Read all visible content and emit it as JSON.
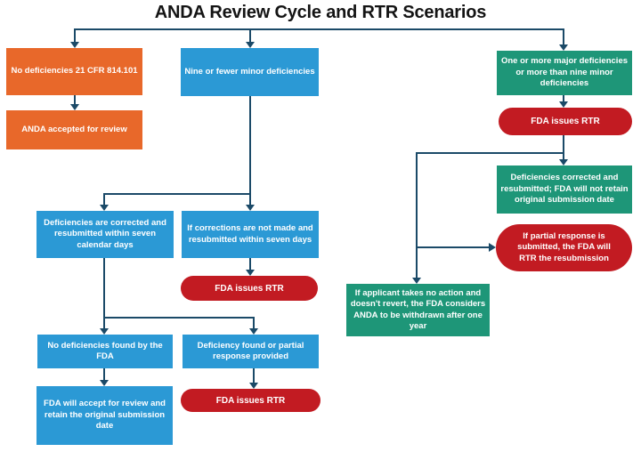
{
  "title": "ANDA Review Cycle and RTR Scenarios",
  "colors": {
    "orange": "#E8682A",
    "blue": "#2B99D5",
    "green": "#1E9678",
    "red": "#C21B22",
    "connector": "#1B4A68",
    "box_text": "#FFFFFF",
    "title_text": "#141414",
    "background": "#FFFFFF"
  },
  "nodes": {
    "no_deficiencies": {
      "label": "No deficiencies 21 CFR 814.101",
      "shape": "rectangle",
      "color": "orange"
    },
    "anda_accepted": {
      "label": "ANDA accepted for review",
      "shape": "rectangle",
      "color": "orange"
    },
    "nine_or_fewer": {
      "label": "Nine or fewer minor deficiencies",
      "shape": "rectangle",
      "color": "blue"
    },
    "one_or_more_major": {
      "label": "One or more major deficiencies or more than nine minor deficiencies",
      "shape": "rectangle",
      "color": "green"
    },
    "fda_issues_rtr_right": {
      "label": "FDA issues RTR",
      "shape": "stadium",
      "color": "red"
    },
    "deficiencies_corrected_resubmitted": {
      "label": "Deficiencies corrected and resubmitted; FDA will not retain original submission date",
      "shape": "rectangle",
      "color": "green"
    },
    "partial_response": {
      "label": "If partial response is submitted, the FDA will RTR the resubmission",
      "shape": "stadium",
      "color": "red"
    },
    "no_action_withdrawn": {
      "label": "If applicant takes no action and doesn't revert, the FDA considers ANDA to be withdrawn after one year",
      "shape": "rectangle",
      "color": "green"
    },
    "corrected_seven_days": {
      "label": "Deficiencies are corrected and resubmitted within seven calendar days",
      "shape": "rectangle",
      "color": "blue"
    },
    "not_corrected_seven_days": {
      "label": "If corrections are not made and resubmitted within seven days",
      "shape": "rectangle",
      "color": "blue"
    },
    "fda_issues_rtr_mid": {
      "label": "FDA issues RTR",
      "shape": "stadium",
      "color": "red"
    },
    "no_deficiencies_found": {
      "label": "No deficiencies found by the FDA",
      "shape": "rectangle",
      "color": "blue"
    },
    "deficiency_found": {
      "label": "Deficiency found or partial response provided",
      "shape": "rectangle",
      "color": "blue"
    },
    "accept_retain_date": {
      "label": "FDA will accept for review and retain the original submission date",
      "shape": "rectangle",
      "color": "blue"
    },
    "fda_issues_rtr_bottom": {
      "label": "FDA issues RTR",
      "shape": "stadium",
      "color": "red"
    }
  },
  "edges": [
    "title-branch -> no_deficiencies",
    "title-branch -> nine_or_fewer",
    "title-branch -> one_or_more_major",
    "no_deficiencies -> anda_accepted",
    "one_or_more_major -> fda_issues_rtr_right",
    "fda_issues_rtr_right -> deficiencies_corrected_resubmitted",
    "fda_issues_rtr_right -> partial_response",
    "fda_issues_rtr_right -> no_action_withdrawn",
    "nine_or_fewer -> corrected_seven_days",
    "nine_or_fewer -> not_corrected_seven_days",
    "not_corrected_seven_days -> fda_issues_rtr_mid",
    "corrected_seven_days -> no_deficiencies_found",
    "corrected_seven_days -> deficiency_found",
    "no_deficiencies_found -> accept_retain_date",
    "deficiency_found -> fda_issues_rtr_bottom"
  ]
}
